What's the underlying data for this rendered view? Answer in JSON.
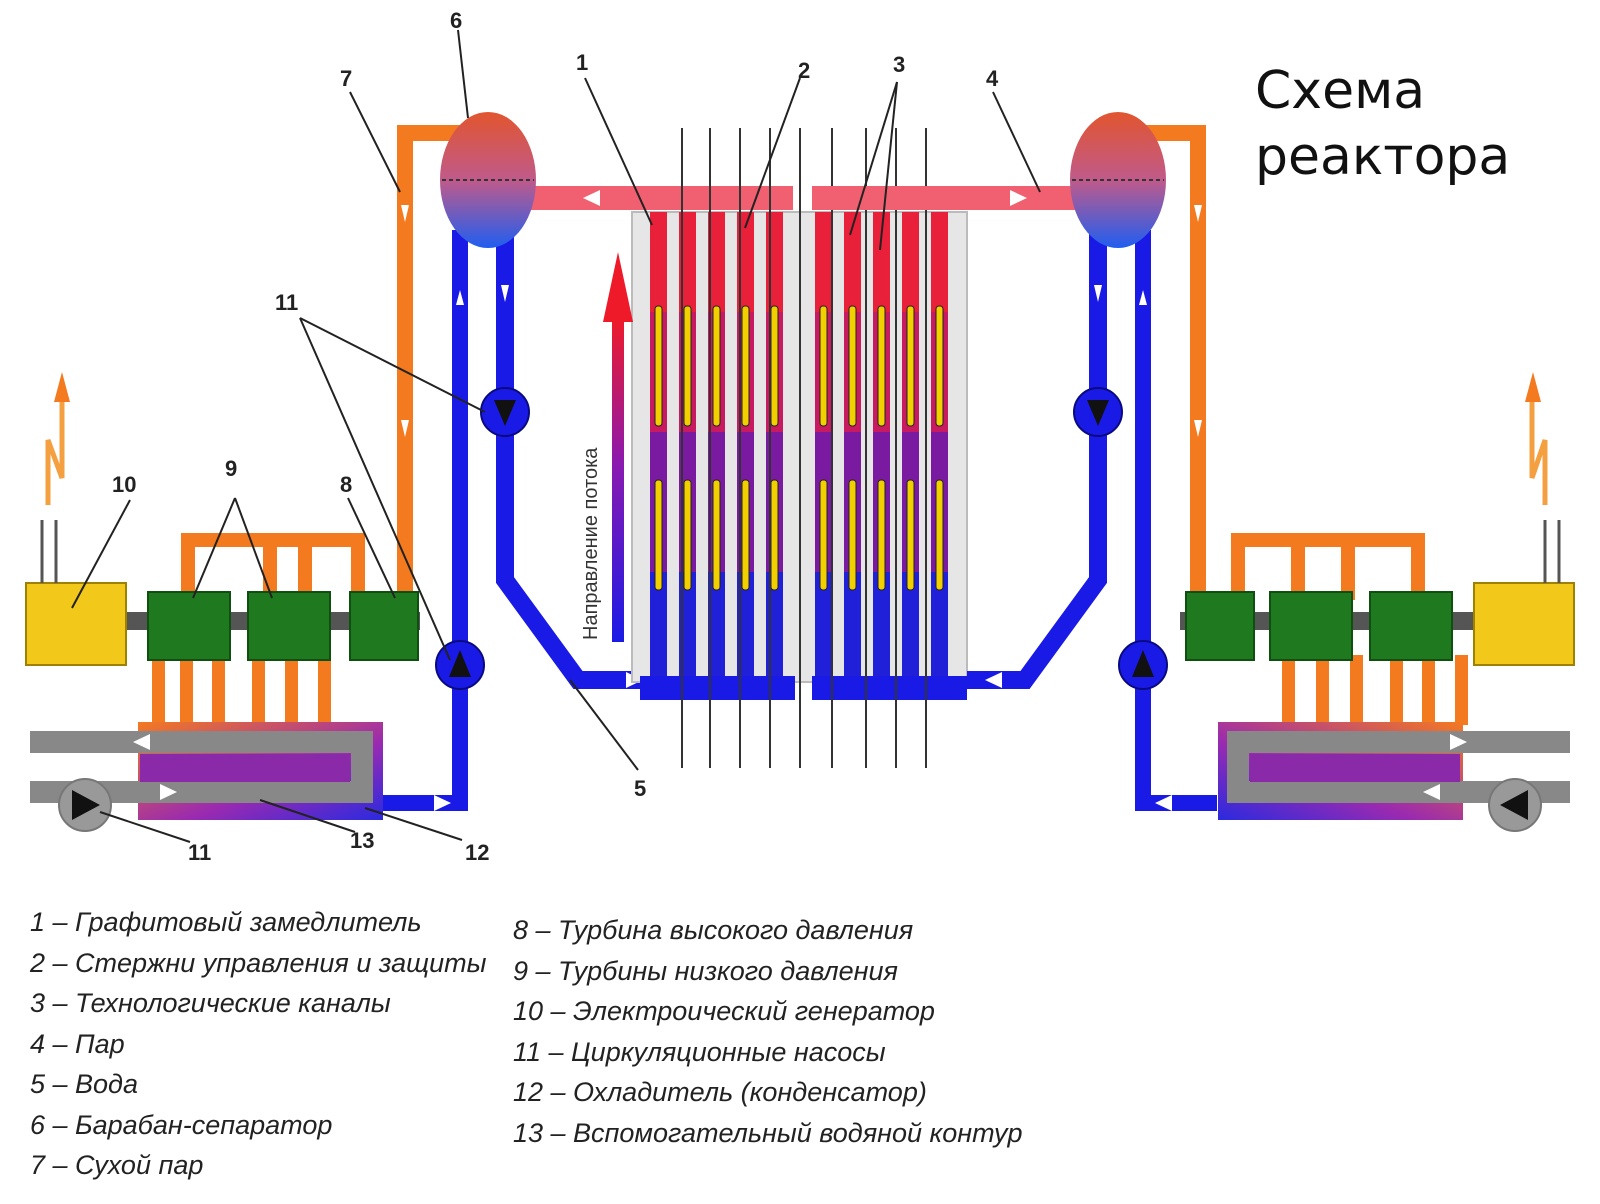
{
  "title": "Схема\nреактора",
  "flow_direction_label": "Направление потока",
  "callouts": {
    "c1": "1",
    "c2": "2",
    "c3": "3",
    "c4": "4",
    "c5": "5",
    "c6": "6",
    "c7": "7",
    "c8": "8",
    "c9": "9",
    "c10": "10",
    "c11_top": "11",
    "c11_bottom": "11",
    "c12": "12",
    "c13": "13"
  },
  "legend_left": [
    "1 – Графитовый замедлитель",
    "2 – Стержни управления и защиты",
    "3  – Технологические каналы",
    "4 – Пар",
    "5 – Вода",
    "6 – Барабан-сепаратор",
    "7 – Сухой пар"
  ],
  "legend_right": [
    "8 – Турбина высокого давления",
    "9 – Турбины низкого давления",
    "10 – Электроический генератор",
    "11 – Циркуляционные насосы",
    "12 – Охладитель (конденсатор)",
    "13  – Вспомогательный водяной контур"
  ],
  "colors": {
    "steam_line": "#f47a20",
    "steam_hot": "#f06070",
    "water_line": "#1a1ae6",
    "turbine": "#1f7a1f",
    "generator": "#f2c81a",
    "fuel": "#f2d000",
    "channel_top": "#e8203a",
    "channel_mid": "#7a1aa0",
    "moderator": "#e8e8e8",
    "condenser": "#888888",
    "condenser_inner": "#8a2aa8"
  }
}
